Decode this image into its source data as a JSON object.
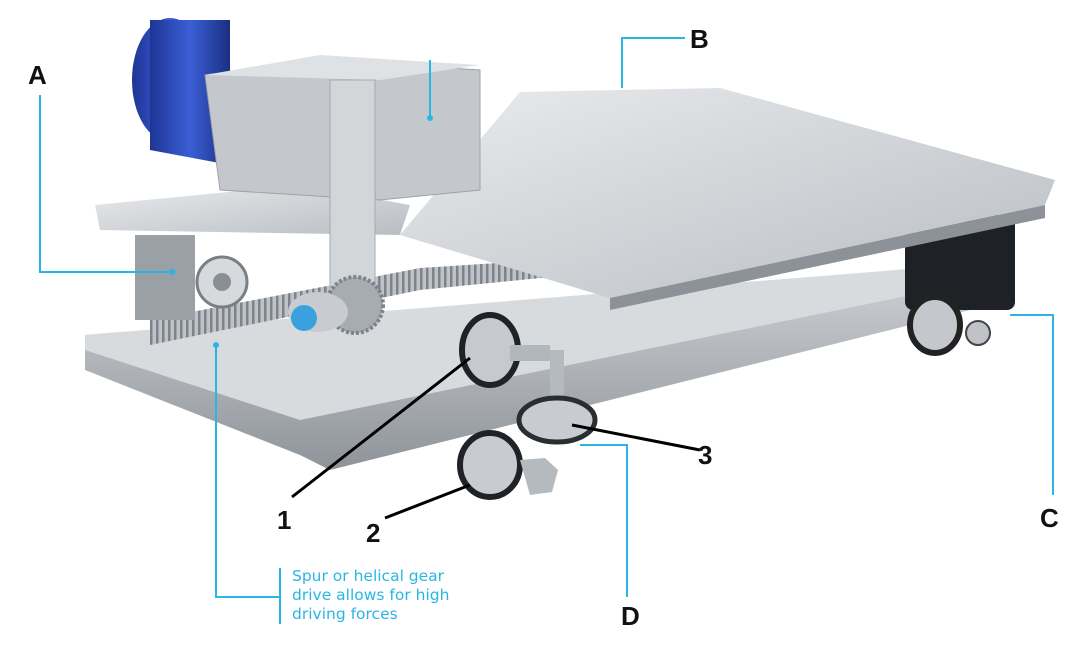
{
  "labels": {
    "A": "A",
    "B": "B",
    "C": "C",
    "D": "D",
    "one": "1",
    "two": "2",
    "three": "3"
  },
  "note": {
    "line1": "Spur or helical gear",
    "line2": "drive allows for high",
    "line3": "driving forces"
  },
  "colors": {
    "callout": "#2bb5e6",
    "leader": "#000000",
    "motor": "#2a46b8",
    "metal": "#c9ccd0"
  }
}
